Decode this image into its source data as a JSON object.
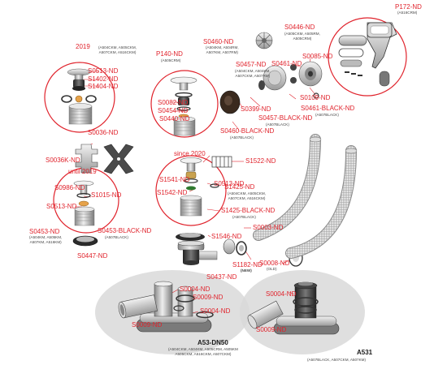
{
  "groups": {
    "g2019": {
      "heading": "2019",
      "models": "(A504CKM, A505CKM,\nA507CKM, A516CKM)",
      "parts": [
        "S0513-ND",
        "S1402-ND",
        "S1404-ND"
      ]
    },
    "gP140": {
      "code": "P140-ND",
      "models": "(A505CRM)",
      "parts": [
        "S0082-ND",
        "S0454-ND",
        "S0440-ND"
      ]
    },
    "gS0460": {
      "code": "S0460-ND",
      "models": "(A504KM, A504RM,\nA507KM, A507RM)",
      "black": "S0460-BLACK-ND",
      "black_models": "(A507BLACK)"
    },
    "gS0446": {
      "code": "S0446-ND",
      "models": "(A505CKM, A505RM,\nA505CRM)"
    },
    "gS0457": {
      "code": "S0457-ND",
      "models": "(A504CKM, A504KM,\nA507CKM, A507RM)",
      "black": "S0457-BLACK-ND",
      "black_models": "(A507BLACK)"
    },
    "gS0461": {
      "code": "S0461-ND",
      "black": "S0461-BLACK-ND",
      "black_models": "(A507BLACK)"
    },
    "gP172": {
      "code": "P172-ND",
      "models": "(A516CRM)"
    },
    "misc": {
      "s0085": "S0085-ND",
      "s0399": "S0399-ND",
      "s0109": "S0109-ND",
      "s0036": "S0036-ND",
      "s0036k": "S0036K-ND",
      "s1522": "S1522-ND",
      "s0003": "S0003-ND",
      "s1546": "S1546-ND",
      "s1182": "S1182-ND",
      "s1182_note": "(NEW)",
      "s0008": "S0008-ND",
      "s0008_note": "(OLD)",
      "s0437": "S0437-ND",
      "s0447": "S0447-ND"
    },
    "gUntil2019": {
      "heading": "until 2019",
      "parts": [
        "S0986-ND",
        "S1015-ND",
        "S0513-ND"
      ],
      "s0453": "S0453-ND",
      "s0453_models": "(A504KM, A505KM,\nA507KM, A516KM)",
      "s0453b": "S0453-BLACK-ND",
      "s0453b_models": "(A507BLACK)"
    },
    "gSince2020": {
      "heading": "since 2020",
      "parts": [
        "S1541-ND",
        "S1542-ND",
        "S0513-ND"
      ],
      "s1425": "S1425-ND",
      "s1425_models": "(A504CKM, A505CKM,\nA507CKM, A516CKM)",
      "s1425b": "S1425-BLACK-ND",
      "s1425b_models": "(A507BLACK)"
    },
    "a53": {
      "name": "A53-DN50",
      "models": "(A504CKM, A504KM, A505CRM, A505KM\nA505CKM, A516CKM, A507CKM)",
      "parts": [
        "S0004-ND",
        "S0009-ND",
        "S0004-ND",
        "S0009-ND"
      ]
    },
    "a531": {
      "name": "A531",
      "models": "(A507BLACK, A507CKM, A507KM)",
      "parts": [
        "S0004-ND",
        "S0009-ND"
      ]
    }
  },
  "colors": {
    "accent": "#e0232c",
    "metal": "#c8c8c8",
    "dark": "#3a3a3a",
    "shadow": "#d9d9d9"
  }
}
